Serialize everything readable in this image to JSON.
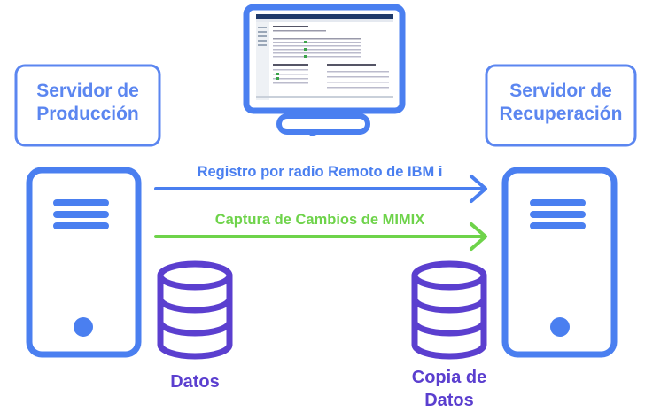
{
  "production_server": {
    "title_line1": "Servidor de",
    "title_line2": "Producción"
  },
  "recovery_server": {
    "title_line1": "Servidor de",
    "title_line2": "Recuperación"
  },
  "flows": [
    {
      "label": "Registro por radio Remoto de IBM i",
      "color": "#4a7ff0"
    },
    {
      "label": "Captura de Cambios de MIMIX",
      "color": "#6ed34a"
    }
  ],
  "databases": [
    {
      "label_line1": "Datos",
      "label_line2": ""
    },
    {
      "label_line1": "Copia de",
      "label_line2": "Datos"
    }
  ],
  "colors": {
    "server": "#4a7ff0",
    "database": "#5b3fcf",
    "label_blue": "#5b86f0"
  }
}
